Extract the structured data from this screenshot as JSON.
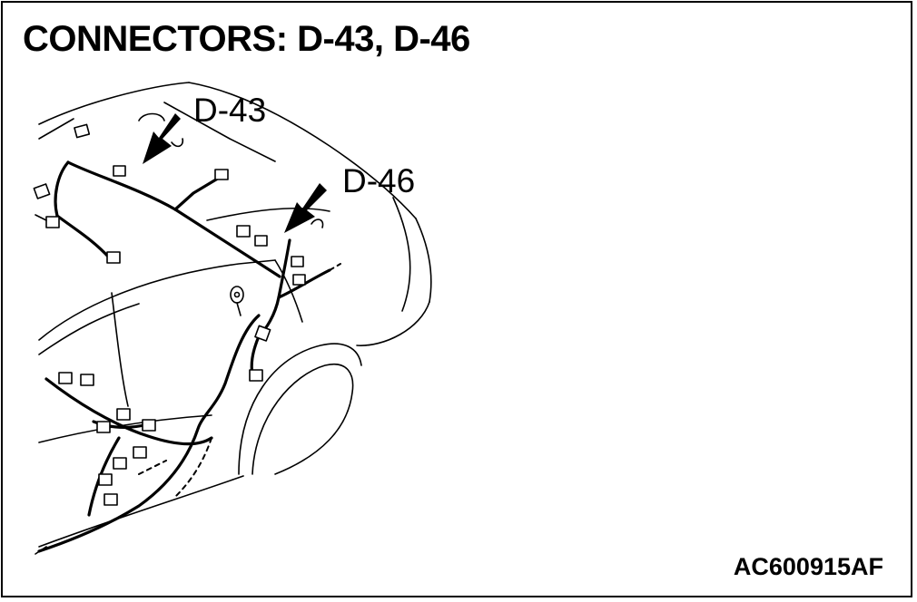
{
  "title": "CONNECTORS: D-43, D-46",
  "callouts": [
    {
      "id": "d43",
      "label": "D-43"
    },
    {
      "id": "d46",
      "label": "D-46"
    }
  ],
  "figure_code": "AC600915AF"
}
